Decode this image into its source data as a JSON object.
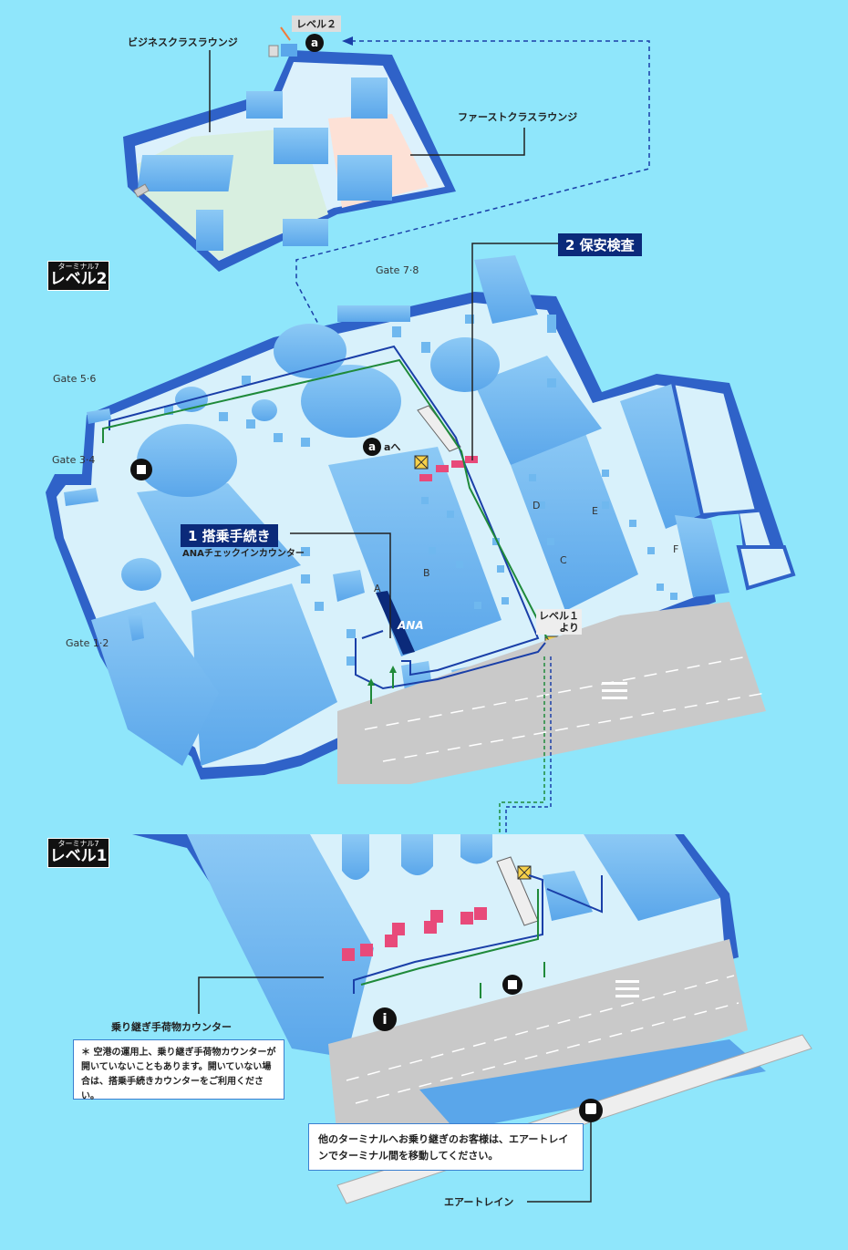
{
  "lounges": {
    "level_badge": "レベル２",
    "a_marker": "a",
    "business": "ビジネスクラスラウンジ",
    "first": "ファーストクラスラウンジ"
  },
  "terminal_tags": [
    {
      "small": "ターミナル7",
      "big": "レベル2"
    },
    {
      "small": "ターミナル7",
      "big": "レベル1"
    }
  ],
  "gates": [
    "Gate 7·8",
    "Gate 5·6",
    "Gate 3·4",
    "Gate 1·2"
  ],
  "steps": {
    "checkin_title": "1 搭乗手続き",
    "checkin_sub": "ANAチェックインカウンター",
    "security_title": "2 保安検査"
  },
  "areas": [
    "A",
    "B",
    "C",
    "D",
    "E",
    "F"
  ],
  "a_to": "aへ",
  "from_level1": [
    "レベル１",
    "より"
  ],
  "ana_logo": "ANA",
  "transfer_counter": "乗り継ぎ手荷物カウンター",
  "transfer_note": "＊ 空港の運用上、乗り継ぎ手荷物カウンターが開いていないこともあります。開いていない場合は、搭乗手続きカウンターをご利用ください。",
  "airtrain_note": "他のターミナルへお乗り継ぎのお客様は、エアートレインでターミナル間を移動してください。",
  "airtrain": "エアートレイン",
  "info_icon": "i",
  "colors": {
    "bg": "#8fe6fb",
    "floor": "#d8f1fb",
    "block": "#6fb8ef",
    "navy": "#0b2a7a",
    "route_green": "#1f8a3a",
    "road": "#c9c9c9"
  }
}
